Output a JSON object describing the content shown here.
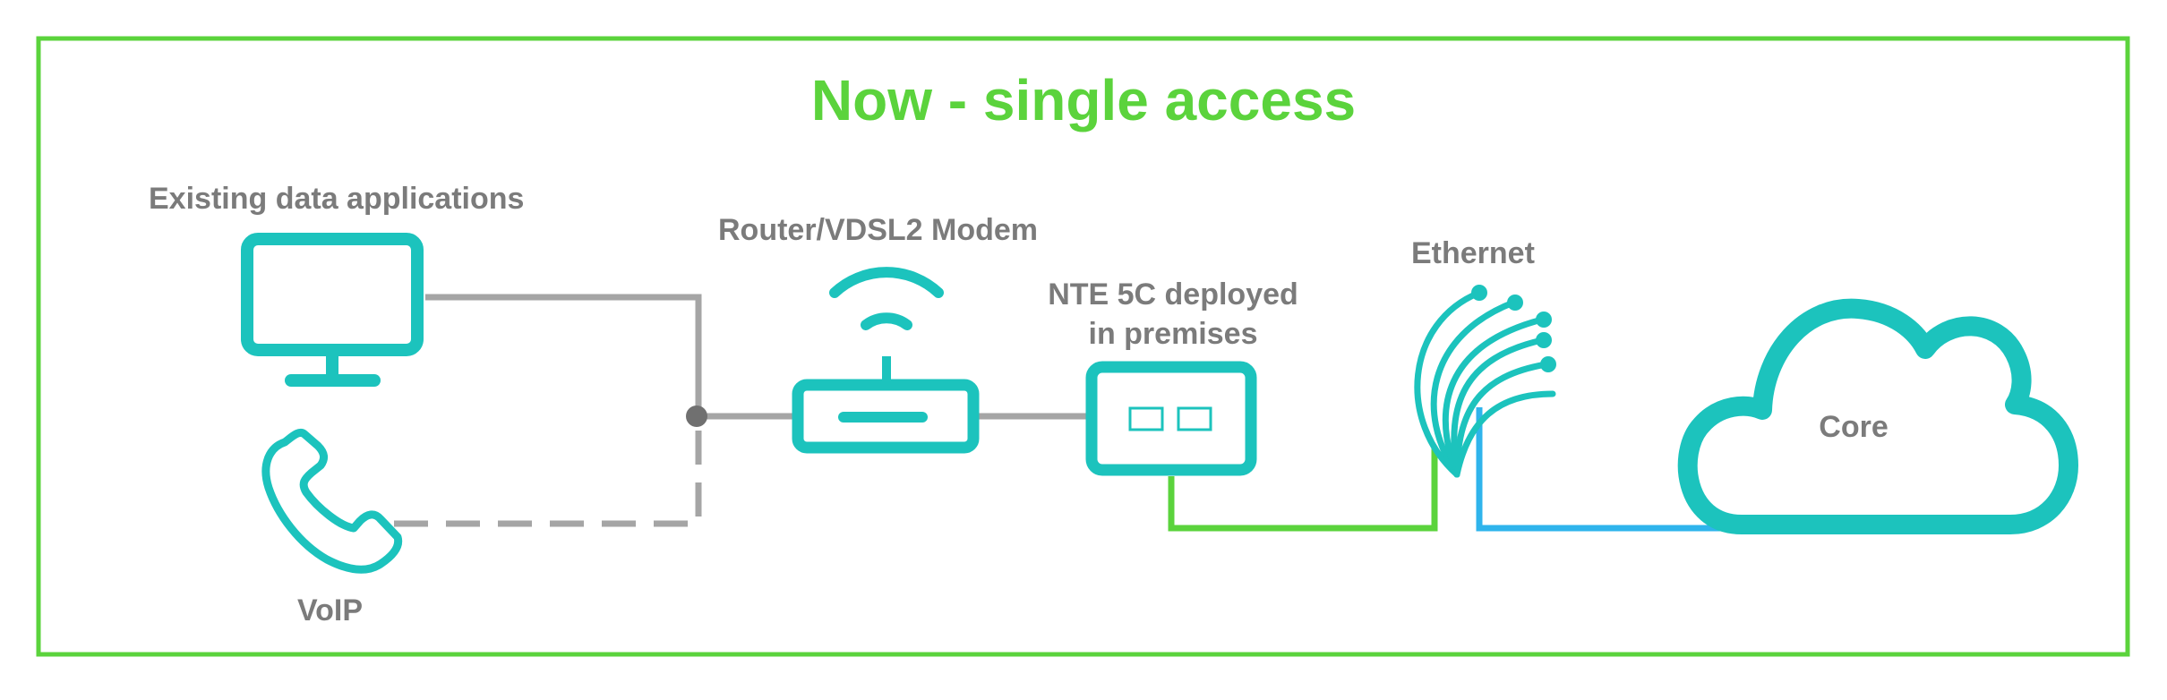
{
  "title": "Now - single access",
  "labels": {
    "existing": "Existing data applications",
    "router": "Router/VDSL2 Modem",
    "nte": [
      "NTE 5C deployed",
      "in premises"
    ],
    "ethernet": "Ethernet",
    "voip": "VoIP",
    "core": "Core"
  },
  "colors": {
    "border": "#5bd33c",
    "title": "#5bd33c",
    "icon": "#1cc3bd",
    "label": "#7b7b7b",
    "grey_line": "#a5a5a5",
    "junction": "#707070",
    "green_line": "#5bd33c",
    "blue_line": "#2fb4ec"
  },
  "icons": [
    "monitor-icon",
    "phone-icon",
    "router-icon",
    "nte-device-icon",
    "fiber-bundle-icon",
    "cloud-icon"
  ]
}
